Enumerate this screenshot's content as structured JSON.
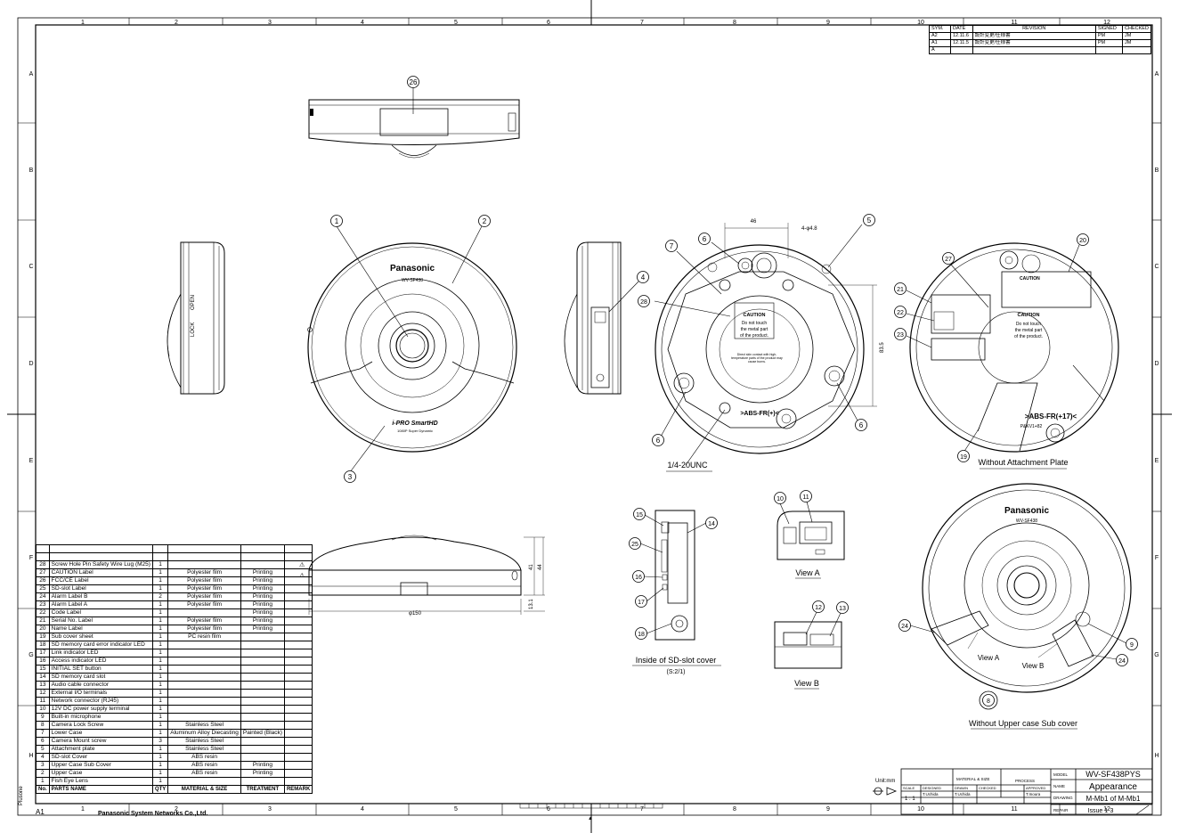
{
  "grid": {
    "columns": [
      "1",
      "2",
      "3",
      "4",
      "5",
      "6",
      "7",
      "8",
      "9",
      "10",
      "11",
      "12"
    ],
    "rows": [
      "A",
      "B",
      "C",
      "D",
      "E",
      "F",
      "G",
      "H"
    ]
  },
  "revision_table": {
    "headers": [
      "SYM.",
      "DATE",
      "REVISION",
      "SIGNED",
      "CHECKED"
    ],
    "rows": [
      [
        "A2",
        "12.11.6",
        "設計変更/仕様書",
        "PM",
        "JM"
      ],
      [
        "A1",
        "12.11.5",
        "設計変更/仕様書",
        "PM",
        "JM"
      ],
      [
        "A",
        "",
        "",
        "",
        ""
      ]
    ]
  },
  "views": {
    "top_view": {
      "callouts": [
        "26"
      ]
    },
    "front_view": {
      "brand": "Panasonic",
      "model_mark": "WV-SF438",
      "ring_mark": "i-PRO SmartHD",
      "ring_sub": "1080P Super Dynamic",
      "callouts": [
        "1",
        "2",
        "3"
      ]
    },
    "left_side": {
      "open_text": "OPEN",
      "lock_text": "LOCK"
    },
    "right_side": {
      "callouts": [
        "4"
      ]
    },
    "bottom_view": {
      "dim_top": "46",
      "dim_holes": "4-φ4.8",
      "dim_right": "83.5",
      "caution_title": "CAUTION",
      "caution_line1": "Do not touch",
      "caution_line2": "the metal part",
      "caution_line3": "of the product.",
      "caution_note": "Direct skin contact with high-temperature parts of the product may cause burns.",
      "marking": ">ABS-FR(+)<",
      "thread_label": "1/4-20UNC",
      "callouts": [
        "5",
        "6",
        "6",
        "6",
        "7",
        "28"
      ]
    },
    "plate_view": {
      "label": "Without Attachment Plate",
      "material_mark": ">ABS-FR(+17)<",
      "grade_mark": "P&KV1+82",
      "callouts": [
        "20",
        "21",
        "22",
        "23",
        "27",
        "19"
      ]
    },
    "front_elevation": {
      "dim_width": "φ150",
      "dim_h1": "41",
      "dim_h2": "44",
      "dim_h3": "13.1"
    },
    "sd_cover": {
      "label": "Inside of SD-slot cover",
      "scale": "(S:2/1)",
      "callouts": [
        "15",
        "14",
        "25",
        "16",
        "17",
        "18"
      ]
    },
    "view_a": {
      "label": "View A",
      "callouts": [
        "10",
        "11"
      ]
    },
    "view_b": {
      "label": "View B",
      "callouts": [
        "12",
        "13"
      ]
    },
    "upper_case": {
      "label": "Without Upper case Sub cover",
      "brand": "Panasonic",
      "model_mark": "WV-SF438",
      "view_a_mark": "View A",
      "view_b_mark": "View B",
      "callouts": [
        "24",
        "24",
        "9",
        "8"
      ]
    }
  },
  "parts_table": {
    "headers": [
      "No.",
      "PARTS NAME",
      "QTY",
      "MATERIAL & SIZE",
      "TREATMENT",
      "REMARK"
    ],
    "rows": [
      [
        "28",
        "Screw Hole Pin Safety Wire Lug (M25)",
        "1",
        "",
        "",
        ""
      ],
      [
        "27",
        "CAUTION Label",
        "1",
        "Polyester film",
        "Printing",
        ""
      ],
      [
        "26",
        "FCC/CE Label",
        "1",
        "Polyester film",
        "Printing",
        ""
      ],
      [
        "25",
        "SD-slot Label",
        "1",
        "Polyester film",
        "Printing",
        ""
      ],
      [
        "24",
        "Alarm Label B",
        "2",
        "Polyester film",
        "Printing",
        ""
      ],
      [
        "23",
        "Alarm Label A",
        "1",
        "Polyester film",
        "Printing",
        ""
      ],
      [
        "22",
        "Code Label",
        "1",
        "",
        "Printing",
        ""
      ],
      [
        "21",
        "Serial No. Label",
        "1",
        "Polyester film",
        "Printing",
        ""
      ],
      [
        "20",
        "Name Label",
        "1",
        "Polyester film",
        "Printing",
        ""
      ],
      [
        "19",
        "Sub cover sheet",
        "1",
        "PC resin film",
        "",
        ""
      ],
      [
        "18",
        "SD memory card error indicator LED",
        "1",
        "",
        "",
        ""
      ],
      [
        "17",
        "Link indicator LED",
        "1",
        "",
        "",
        ""
      ],
      [
        "16",
        "Access indicator LED",
        "1",
        "",
        "",
        ""
      ],
      [
        "15",
        "INITIAL SET button",
        "1",
        "",
        "",
        ""
      ],
      [
        "14",
        "SD memory card slot",
        "1",
        "",
        "",
        ""
      ],
      [
        "13",
        "Audio cable connector",
        "1",
        "",
        "",
        ""
      ],
      [
        "12",
        "External I/O terminals",
        "1",
        "",
        "",
        ""
      ],
      [
        "11",
        "Network connector (RJ45)",
        "1",
        "",
        "",
        ""
      ],
      [
        "10",
        "12V DC power supply terminal",
        "1",
        "",
        "",
        ""
      ],
      [
        "9",
        "Built-in microphone",
        "1",
        "",
        "",
        ""
      ],
      [
        "8",
        "Camera Lock Screw",
        "1",
        "Stainless Steel",
        "",
        ""
      ],
      [
        "7",
        "Lower Case",
        "1",
        "Aluminum Alloy Diecasting",
        "Painted (Black)",
        ""
      ],
      [
        "6",
        "Camera Mount screw",
        "3",
        "Stainless Steel",
        "",
        ""
      ],
      [
        "5",
        "Attachment plate",
        "1",
        "Stainless Steel",
        "",
        ""
      ],
      [
        "4",
        "SD-slot Cover",
        "1",
        "ABS resin",
        "",
        ""
      ],
      [
        "3",
        "Upper Case Sub Cover",
        "1",
        "ABS resin",
        "Printing",
        ""
      ],
      [
        "2",
        "Upper Case",
        "1",
        "ABS resin",
        "Printing",
        ""
      ],
      [
        "1",
        "Fish Eye Lens",
        "1",
        "",
        "",
        ""
      ]
    ]
  },
  "title_block": {
    "unit": "Unit:mm",
    "scale_label": "SCALE",
    "scale": "1 : 1",
    "designed_label": "DESIGNED",
    "drawn_label": "DRAWN",
    "checked_label": "CHECKED",
    "approved_label": "APPROVED",
    "material_label": "MATERIAL & SIZE",
    "process_label": "PROCESS",
    "designer": "T.Uchida",
    "drawn_by": "T.Uchida",
    "approver": "T.Inoura",
    "model_label": "MODEL",
    "model": "WV-SF438PYS",
    "name_label": "NAME",
    "name": "Appearance",
    "drawing_label": "DRAWING",
    "drawing_no": "M-Mb1 of M-Mb1",
    "issue_label": "REPAIR",
    "issue": "Issue 1-3",
    "company": "Panasonic System Networks Co.,Ltd.",
    "sheet_size": "A1",
    "side_mark": "Plusone"
  }
}
